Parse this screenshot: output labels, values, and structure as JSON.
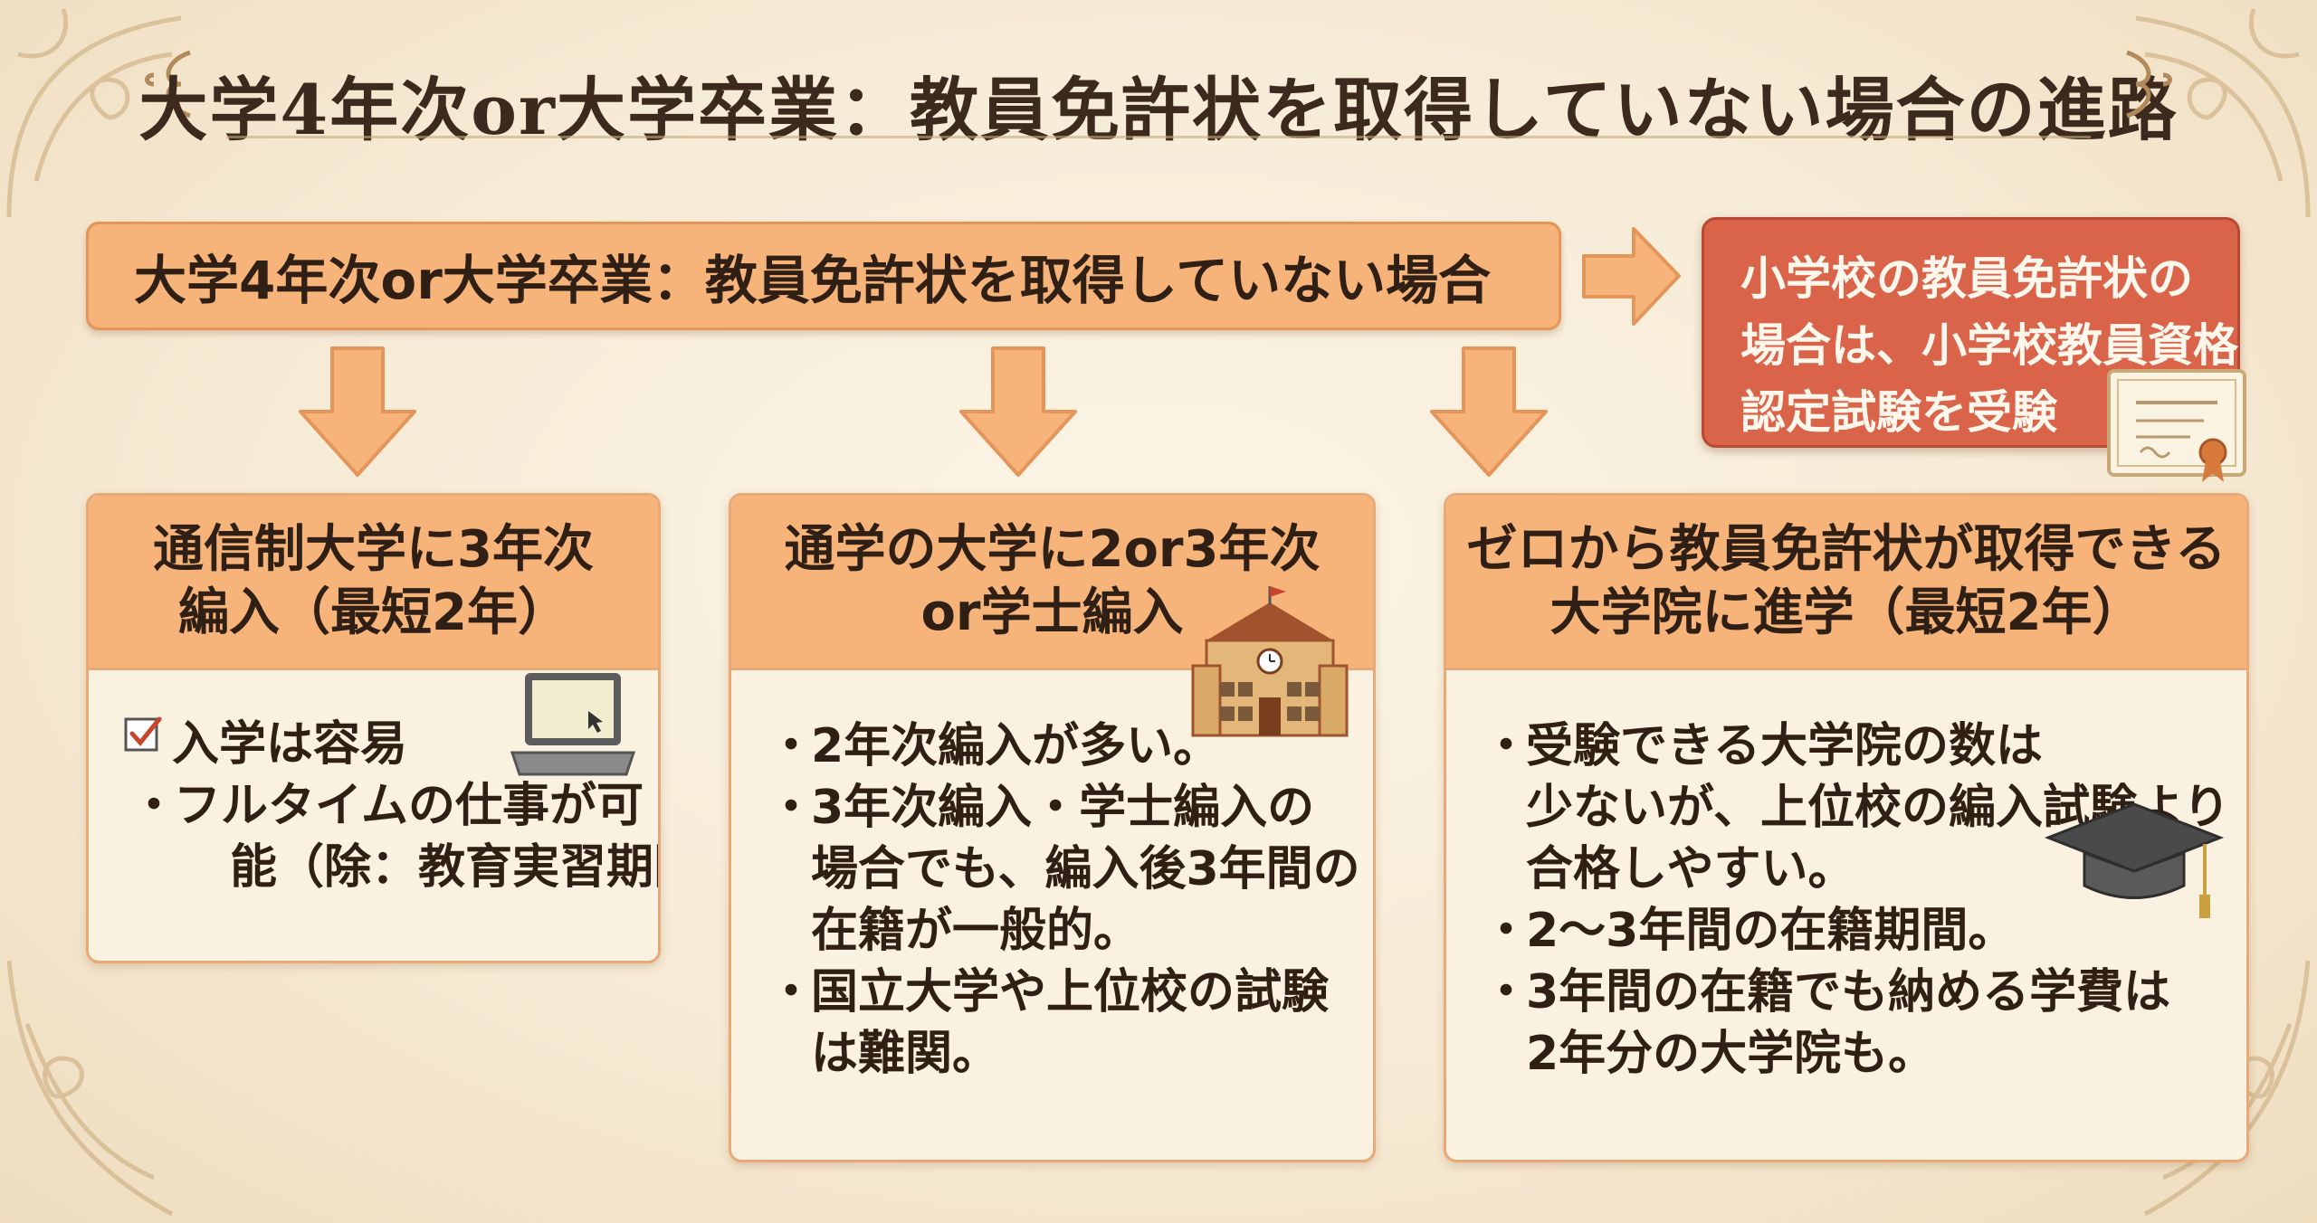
{
  "title": "大学4年次or大学卒業：教員免許状を取得していない場合の進路",
  "top_box": {
    "text": "大学4年次or大学卒業：教員免許状を取得していない場合"
  },
  "right_box": {
    "lines": [
      "小学校の教員免許状の",
      "場合は、小学校教員資格",
      "認定試験を受験"
    ],
    "icon": "certificate-icon"
  },
  "cards": [
    {
      "title_lines": [
        "通信制大学に3年次",
        "編入（最短2年）"
      ],
      "icon": "laptop-icon",
      "items": [
        {
          "marker": "☑",
          "lines": [
            "入学は容易"
          ]
        },
        {
          "marker": "・",
          "lines": [
            "フルタイムの仕事が可",
            "能（除：教育実習期間）"
          ]
        }
      ]
    },
    {
      "title_lines": [
        "通学の大学に2or3年次",
        "or学士編入"
      ],
      "icon": "school-building-icon",
      "items": [
        {
          "marker": "・",
          "lines": [
            "2年次編入が多い。"
          ]
        },
        {
          "marker": "・",
          "lines": [
            "3年次編入・学士編入の",
            "場合でも、編入後3年間の",
            "在籍が一般的。"
          ]
        },
        {
          "marker": "・",
          "lines": [
            "国立大学や上位校の試験",
            "は難関。"
          ]
        }
      ]
    },
    {
      "title_lines": [
        "ゼロから教員免許状が取得できる",
        "大学院に進学（最短2年）"
      ],
      "icon": "graduation-cap-icon",
      "items": [
        {
          "marker": "・",
          "lines": [
            "受験できる大学院の数は",
            "少ないが、上位校の編入試験より",
            "合格しやすい。"
          ]
        },
        {
          "marker": "・",
          "lines": [
            "2〜3年間の在籍期間。"
          ]
        },
        {
          "marker": "・",
          "lines": [
            "3年間の在籍でも納める学費は",
            "2年分の大学院も。"
          ]
        }
      ]
    }
  ],
  "colors": {
    "accent": "#f6b47a",
    "border": "#e8a977",
    "red_box": "#d9644a",
    "background": "#f6ead4"
  }
}
